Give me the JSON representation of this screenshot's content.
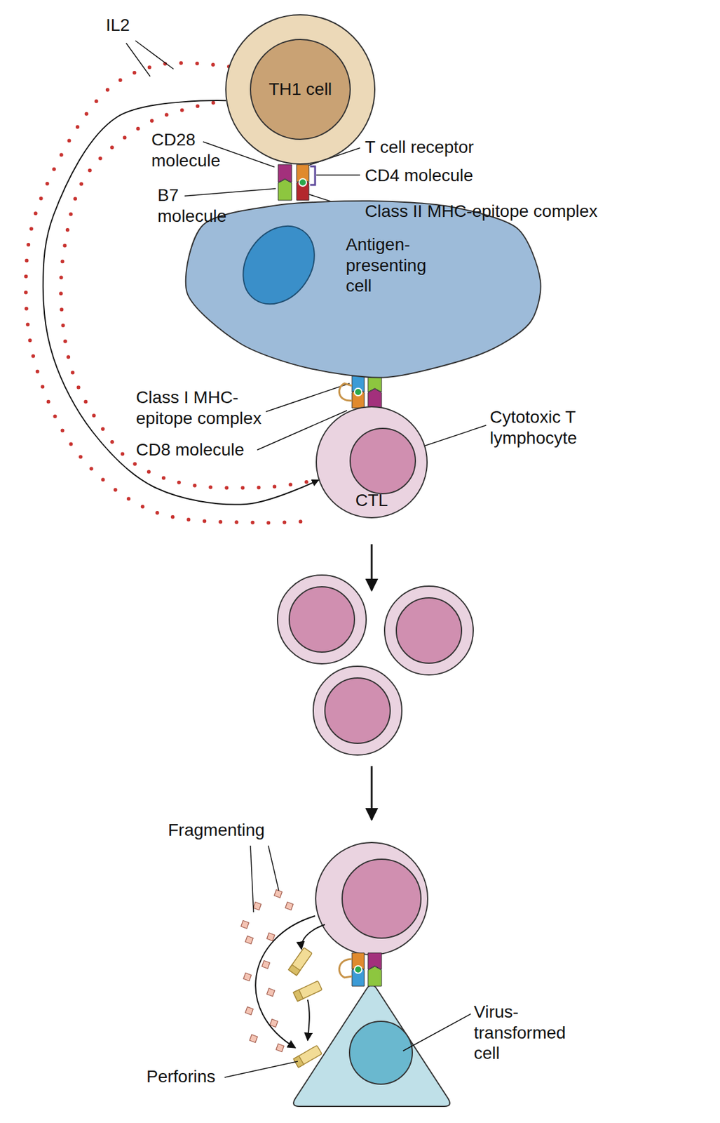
{
  "diagram": {
    "nodes": [
      {
        "text": [
          "TH1 cell"
        ]
      },
      {
        "text": [
          "Antigen- presenting cell"
        ]
      },
      {
        "text": [
          "CTL"
        ]
      }
    ],
    "edges": [
      {
        "from": 0,
        "to": 2,
        "arrow": "to"
      }
    ],
    "labels": [
      "IL2",
      "CD28 molecule",
      "B7 molecule",
      "T cell receptor",
      "CD4 molecule",
      "Class II MHC-epitope complex",
      "Class I MHC- epitope complex",
      "CD8 molecule",
      "Cytotoxic T lymphocyte",
      "Fragmenting",
      "Perforins",
      "Virus- transformed cell"
    ]
  }
}
